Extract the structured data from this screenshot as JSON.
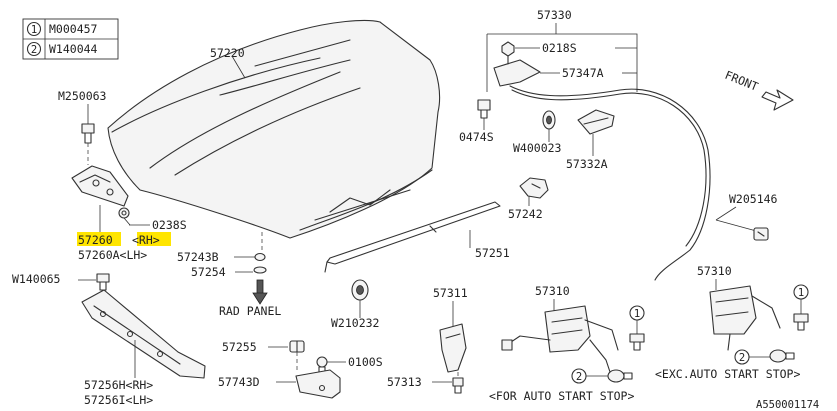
{
  "legend": [
    {
      "num": "1",
      "code": "M000457"
    },
    {
      "num": "2",
      "code": "W140044"
    }
  ],
  "labels": {
    "p57330": "57330",
    "p0218S": "0218S",
    "p57347A": "57347A",
    "p0474S": "0474S",
    "pW400023": "W400023",
    "p57332A": "57332A",
    "front": "FRONT",
    "pW205146": "W205146",
    "p57220": "57220",
    "pM250063": "M250063",
    "p0238S": "0238S",
    "p57260": "57260",
    "rh_tag": "<RH>",
    "p57260A": "57260A<LH>",
    "p57243B": "57243B",
    "p57254": "57254",
    "rad_panel": "RAD PANEL",
    "p57242": "57242",
    "p57251": "57251",
    "pW140065": "W140065",
    "pW210232": "W210232",
    "p57311": "57311",
    "p57310a": "57310",
    "p57310b": "57310",
    "p57255": "57255",
    "p0100S": "0100S",
    "p57743D": "57743D",
    "p57256H": "57256H<RH>",
    "p57256I": "57256I<LH>",
    "p57313": "57313",
    "for_auto": "<FOR AUTO START STOP>",
    "exc_auto": "<EXC.AUTO START STOP>",
    "callout1a": "1",
    "callout2a": "2",
    "callout1b": "1",
    "callout2b": "2",
    "callout1c": "1",
    "callout2c": "2",
    "image_code": "A550001174"
  },
  "colors": {
    "highlight": "#ffe500",
    "line": "#333333"
  }
}
